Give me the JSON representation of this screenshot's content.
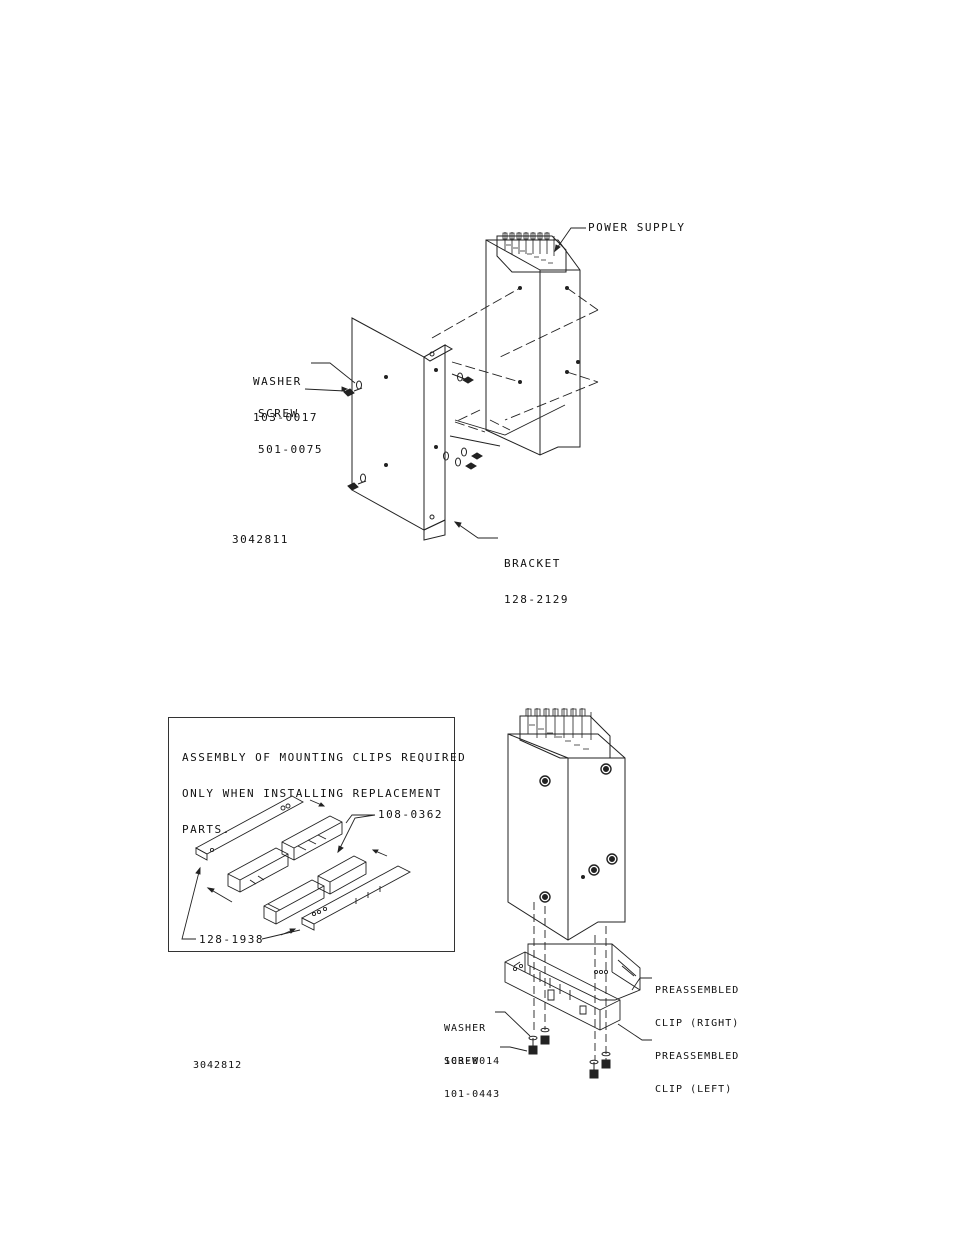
{
  "figure1": {
    "power_supply": "POWER SUPPLY",
    "washer_name": "WASHER",
    "washer_pn": "103-0017",
    "screw_name": "SCREW",
    "screw_pn": "501-0075",
    "bracket_name": "BRACKET",
    "bracket_pn": "128-2129",
    "figure_id": "3042811"
  },
  "figure2": {
    "note_lines": [
      "ASSEMBLY OF MOUNTING CLIPS REQUIRED",
      "ONLY WHEN INSTALLING REPLACEMENT",
      "PARTS."
    ],
    "clip_part": "108-0362",
    "plate_part": "128-1938",
    "clip_right": [
      "PREASSEMBLED",
      "CLIP (RIGHT)"
    ],
    "clip_left": [
      "PREASSEMBLED",
      "CLIP (LEFT)"
    ],
    "washer_name": "WASHER",
    "washer_pn": "103-0014",
    "screw_name": "SCREW",
    "screw_pn": "101-0443",
    "figure_id": "3042812"
  }
}
